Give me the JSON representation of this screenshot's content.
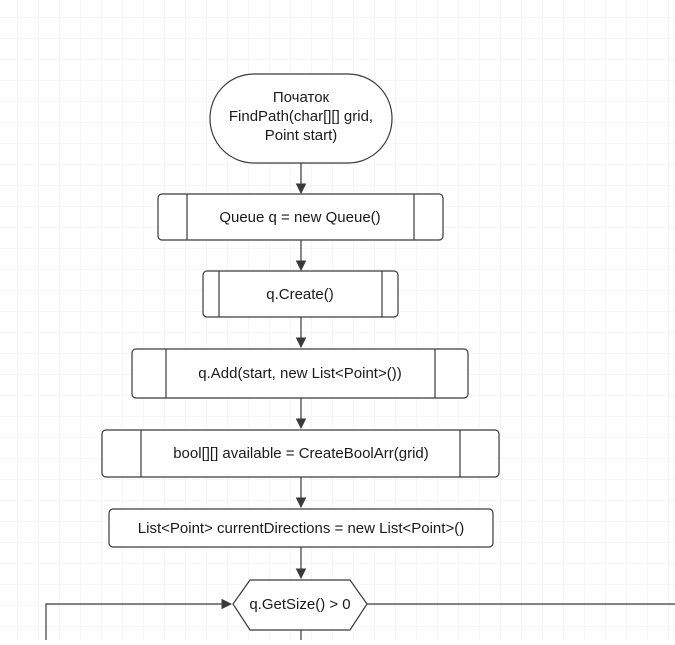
{
  "colors": {
    "grid": "#e3e3e3",
    "stroke": "#3a3a3a",
    "fill": "#ffffff",
    "text": "#1a1a1a"
  },
  "start": {
    "line1": "Початок",
    "line2": "FindPath(char[][] grid,",
    "line3": "Point start)"
  },
  "steps": {
    "queue_decl": "Queue q = new Queue()",
    "queue_create": "q.Create()",
    "queue_add": "q.Add(start, new List<Point>())",
    "available_arr": "bool[][] available = CreateBoolArr(grid)",
    "current_dirs": "List<Point> currentDirections = new List<Point>()"
  },
  "loop": {
    "condition": "q.GetSize() > 0"
  }
}
